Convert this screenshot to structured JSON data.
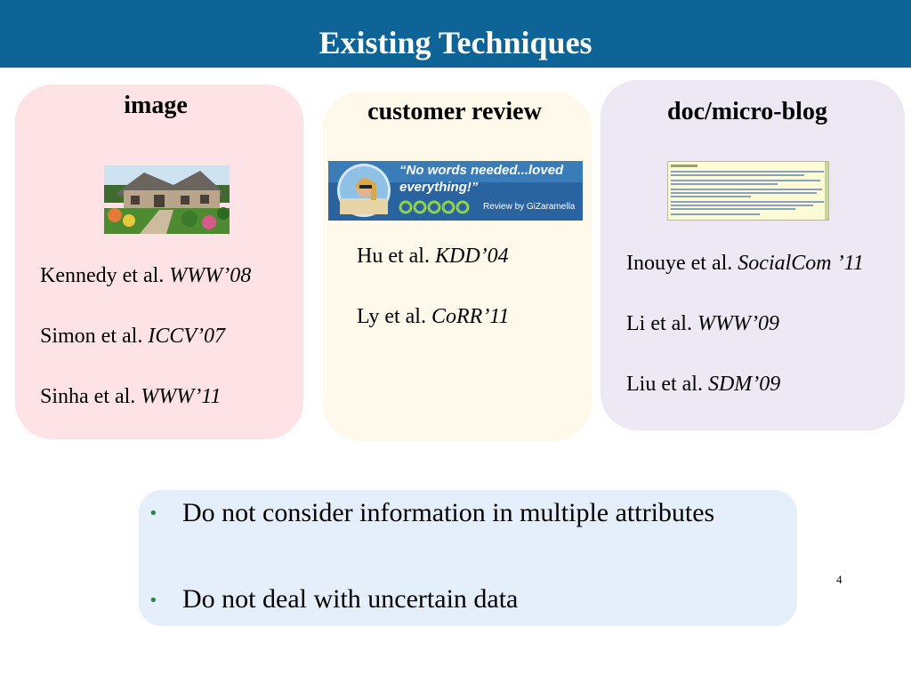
{
  "slide": {
    "title": "Existing Techniques",
    "page_number": "4"
  },
  "cards": {
    "image": {
      "heading": "image",
      "refs": [
        {
          "authors": "Kennedy et al. ",
          "venue": "WWW’08"
        },
        {
          "authors": "Simon et al. ",
          "venue": "ICCV’07"
        },
        {
          "authors": "Sinha et al. ",
          "venue": "WWW’11"
        }
      ]
    },
    "review": {
      "heading": "customer review",
      "quote_line1": "“No words needed...loved",
      "quote_line2": "everything!”",
      "credit": "Review by GiZaramella",
      "refs": [
        {
          "authors": "Hu et al. ",
          "venue": "KDD’04"
        },
        {
          "authors": "Ly et al. ",
          "venue": "CoRR’11"
        }
      ]
    },
    "blog": {
      "heading": "doc/micro-blog",
      "refs": [
        {
          "authors": "Inouye et al. ",
          "venue": "SocialCom ’11"
        },
        {
          "authors": "Li et al. ",
          "venue": "WWW’09"
        },
        {
          "authors": "Liu et al. ",
          "venue": "SDM’09"
        }
      ]
    }
  },
  "bullets": [
    "Do not consider information in multiple attributes",
    "Do not deal with uncertain data"
  ],
  "colors": {
    "title_bar": "#0f6497",
    "card_image": "#fde3e5",
    "card_review": "#fef9ea",
    "card_blog": "#ede8f3",
    "bottom_box": "#e5eefb",
    "bullet": "#1f8a3a"
  }
}
